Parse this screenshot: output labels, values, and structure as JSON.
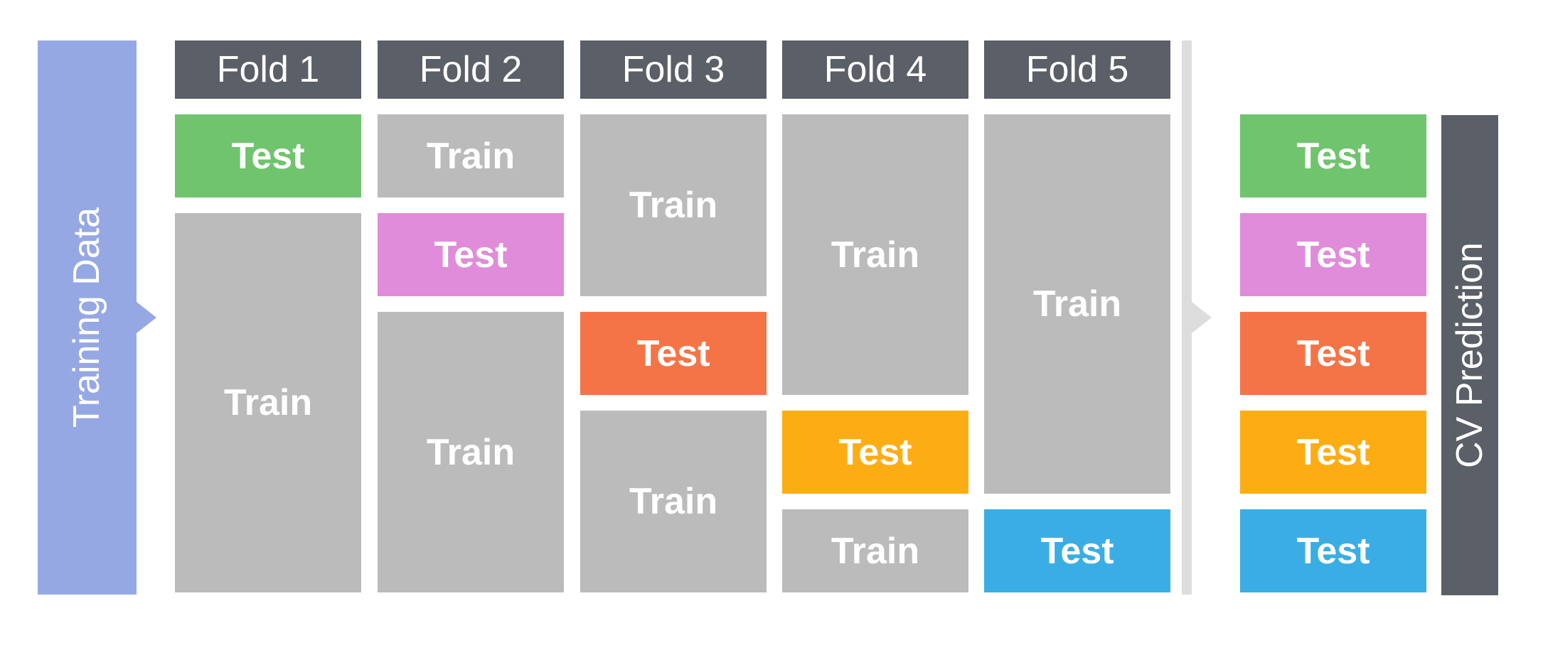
{
  "colors": {
    "training_bar": "#96a8e4",
    "header": "#5b5f67",
    "train": "#bbbbbb",
    "separator": "#dddddd",
    "cv_bar": "#5b5f67",
    "test": [
      "#70c46e",
      "#e08cda",
      "#f57447",
      "#fdad14",
      "#3aaee4"
    ]
  },
  "training_data_label": "Training Data",
  "cv_prediction_label": "CV Prediction",
  "folds": [
    {
      "header": "Fold 1",
      "segments": [
        {
          "label": "Test",
          "kind": "test"
        },
        {
          "label": "Train",
          "kind": "train"
        }
      ]
    },
    {
      "header": "Fold 2",
      "segments": [
        {
          "label": "Train",
          "kind": "train"
        },
        {
          "label": "Test",
          "kind": "test"
        },
        {
          "label": "Train",
          "kind": "train"
        }
      ]
    },
    {
      "header": "Fold 3",
      "segments": [
        {
          "label": "Train",
          "kind": "train"
        },
        {
          "label": "Test",
          "kind": "test"
        },
        {
          "label": "Train",
          "kind": "train"
        }
      ]
    },
    {
      "header": "Fold 4",
      "segments": [
        {
          "label": "Train",
          "kind": "train"
        },
        {
          "label": "Test",
          "kind": "test"
        },
        {
          "label": "Train",
          "kind": "train"
        }
      ]
    },
    {
      "header": "Fold 5",
      "segments": [
        {
          "label": "Train",
          "kind": "train"
        },
        {
          "label": "Test",
          "kind": "test"
        }
      ]
    }
  ],
  "cv_tests": [
    "Test",
    "Test",
    "Test",
    "Test",
    "Test"
  ]
}
